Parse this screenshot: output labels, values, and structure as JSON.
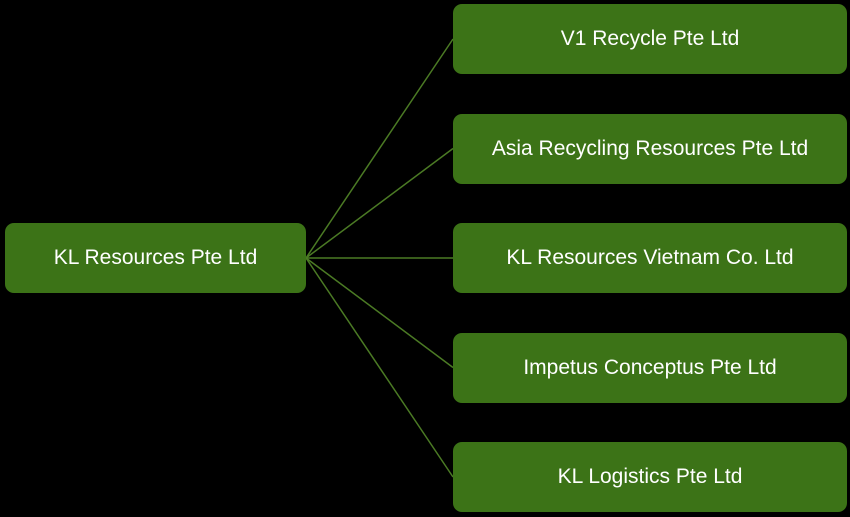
{
  "diagram": {
    "type": "org-chart",
    "background_color": "#000000",
    "node_fill_color": "#3c7317",
    "node_text_color": "#ffffff",
    "connector_color": "#4b7a24",
    "root": {
      "label": "KL Resources Pte Ltd"
    },
    "children": [
      {
        "label": "V1 Recycle Pte Ltd"
      },
      {
        "label": "Asia Recycling Resources Pte Ltd"
      },
      {
        "label": "KL Resources Vietnam Co. Ltd"
      },
      {
        "label": "Impetus Conceptus Pte Ltd"
      },
      {
        "label": "KL Logistics Pte Ltd"
      }
    ]
  }
}
